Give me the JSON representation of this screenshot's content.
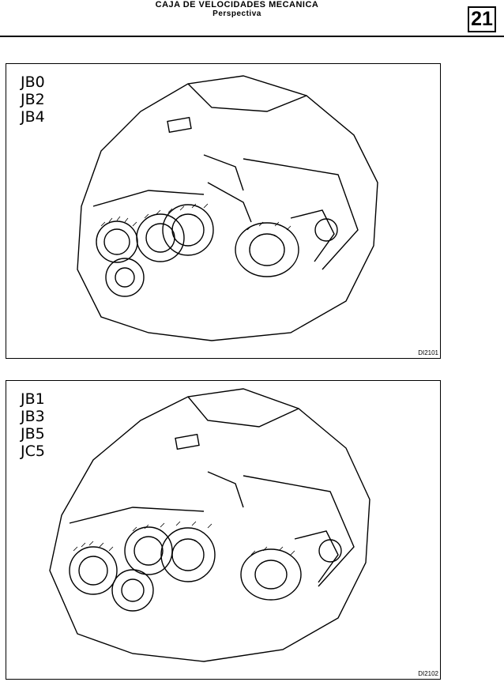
{
  "header": {
    "title": "CAJA DE VELOCIDADES MECANICA",
    "subtitle": "Perspectiva",
    "section_number": "21"
  },
  "figures": [
    {
      "models": [
        "JB0",
        "JB2",
        "JB4"
      ],
      "code": "DI2101",
      "illustration": "gearbox-cutaway"
    },
    {
      "models": [
        "JB1",
        "JB3",
        "JB5",
        "JC5"
      ],
      "code": "DI2102",
      "illustration": "gearbox-cutaway"
    }
  ]
}
